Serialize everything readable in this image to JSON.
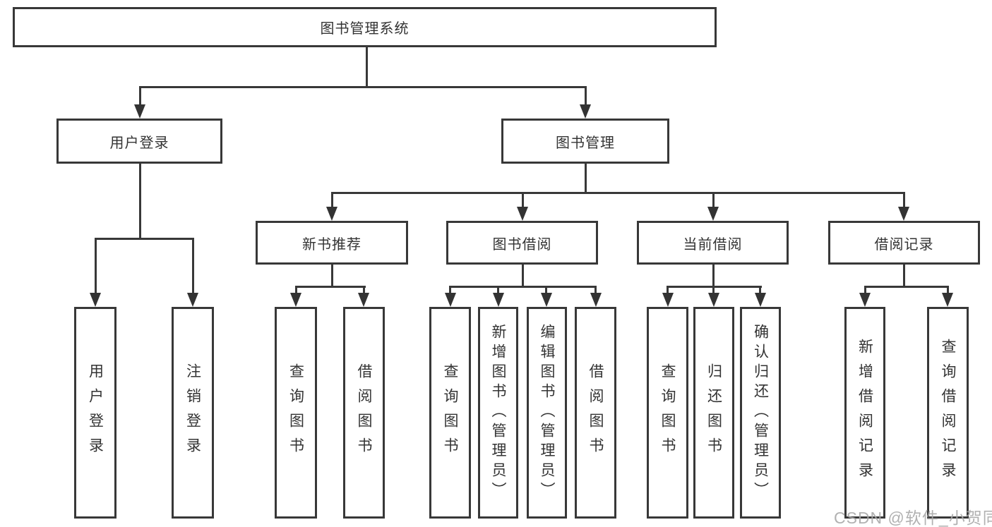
{
  "tree": {
    "label": "图书管理系统",
    "children": [
      {
        "label": "用户登录",
        "children": [
          {
            "label": "用户登录"
          },
          {
            "label": "注销登录"
          }
        ]
      },
      {
        "label": "图书管理",
        "children": [
          {
            "label": "新书推荐",
            "children": [
              {
                "label": "查询图书"
              },
              {
                "label": "借阅图书"
              }
            ]
          },
          {
            "label": "图书借阅",
            "children": [
              {
                "label": "查询图书"
              },
              {
                "label": "新增图书（管理员）"
              },
              {
                "label": "编辑图书（管理员）"
              },
              {
                "label": "借阅图书"
              }
            ]
          },
          {
            "label": "当前借阅",
            "children": [
              {
                "label": "查询图书"
              },
              {
                "label": "归还图书"
              },
              {
                "label": "确认归还（管理员）"
              }
            ]
          },
          {
            "label": "借阅记录",
            "children": [
              {
                "label": "新增借阅记录"
              },
              {
                "label": "查询借阅记录"
              }
            ]
          }
        ]
      }
    ]
  },
  "watermark": {
    "text": "CSDN @软件_小贺同学"
  },
  "colors": {
    "line": "#383838",
    "text": "#333333",
    "background": "#ffffff",
    "watermark": "#a8a8a8"
  }
}
